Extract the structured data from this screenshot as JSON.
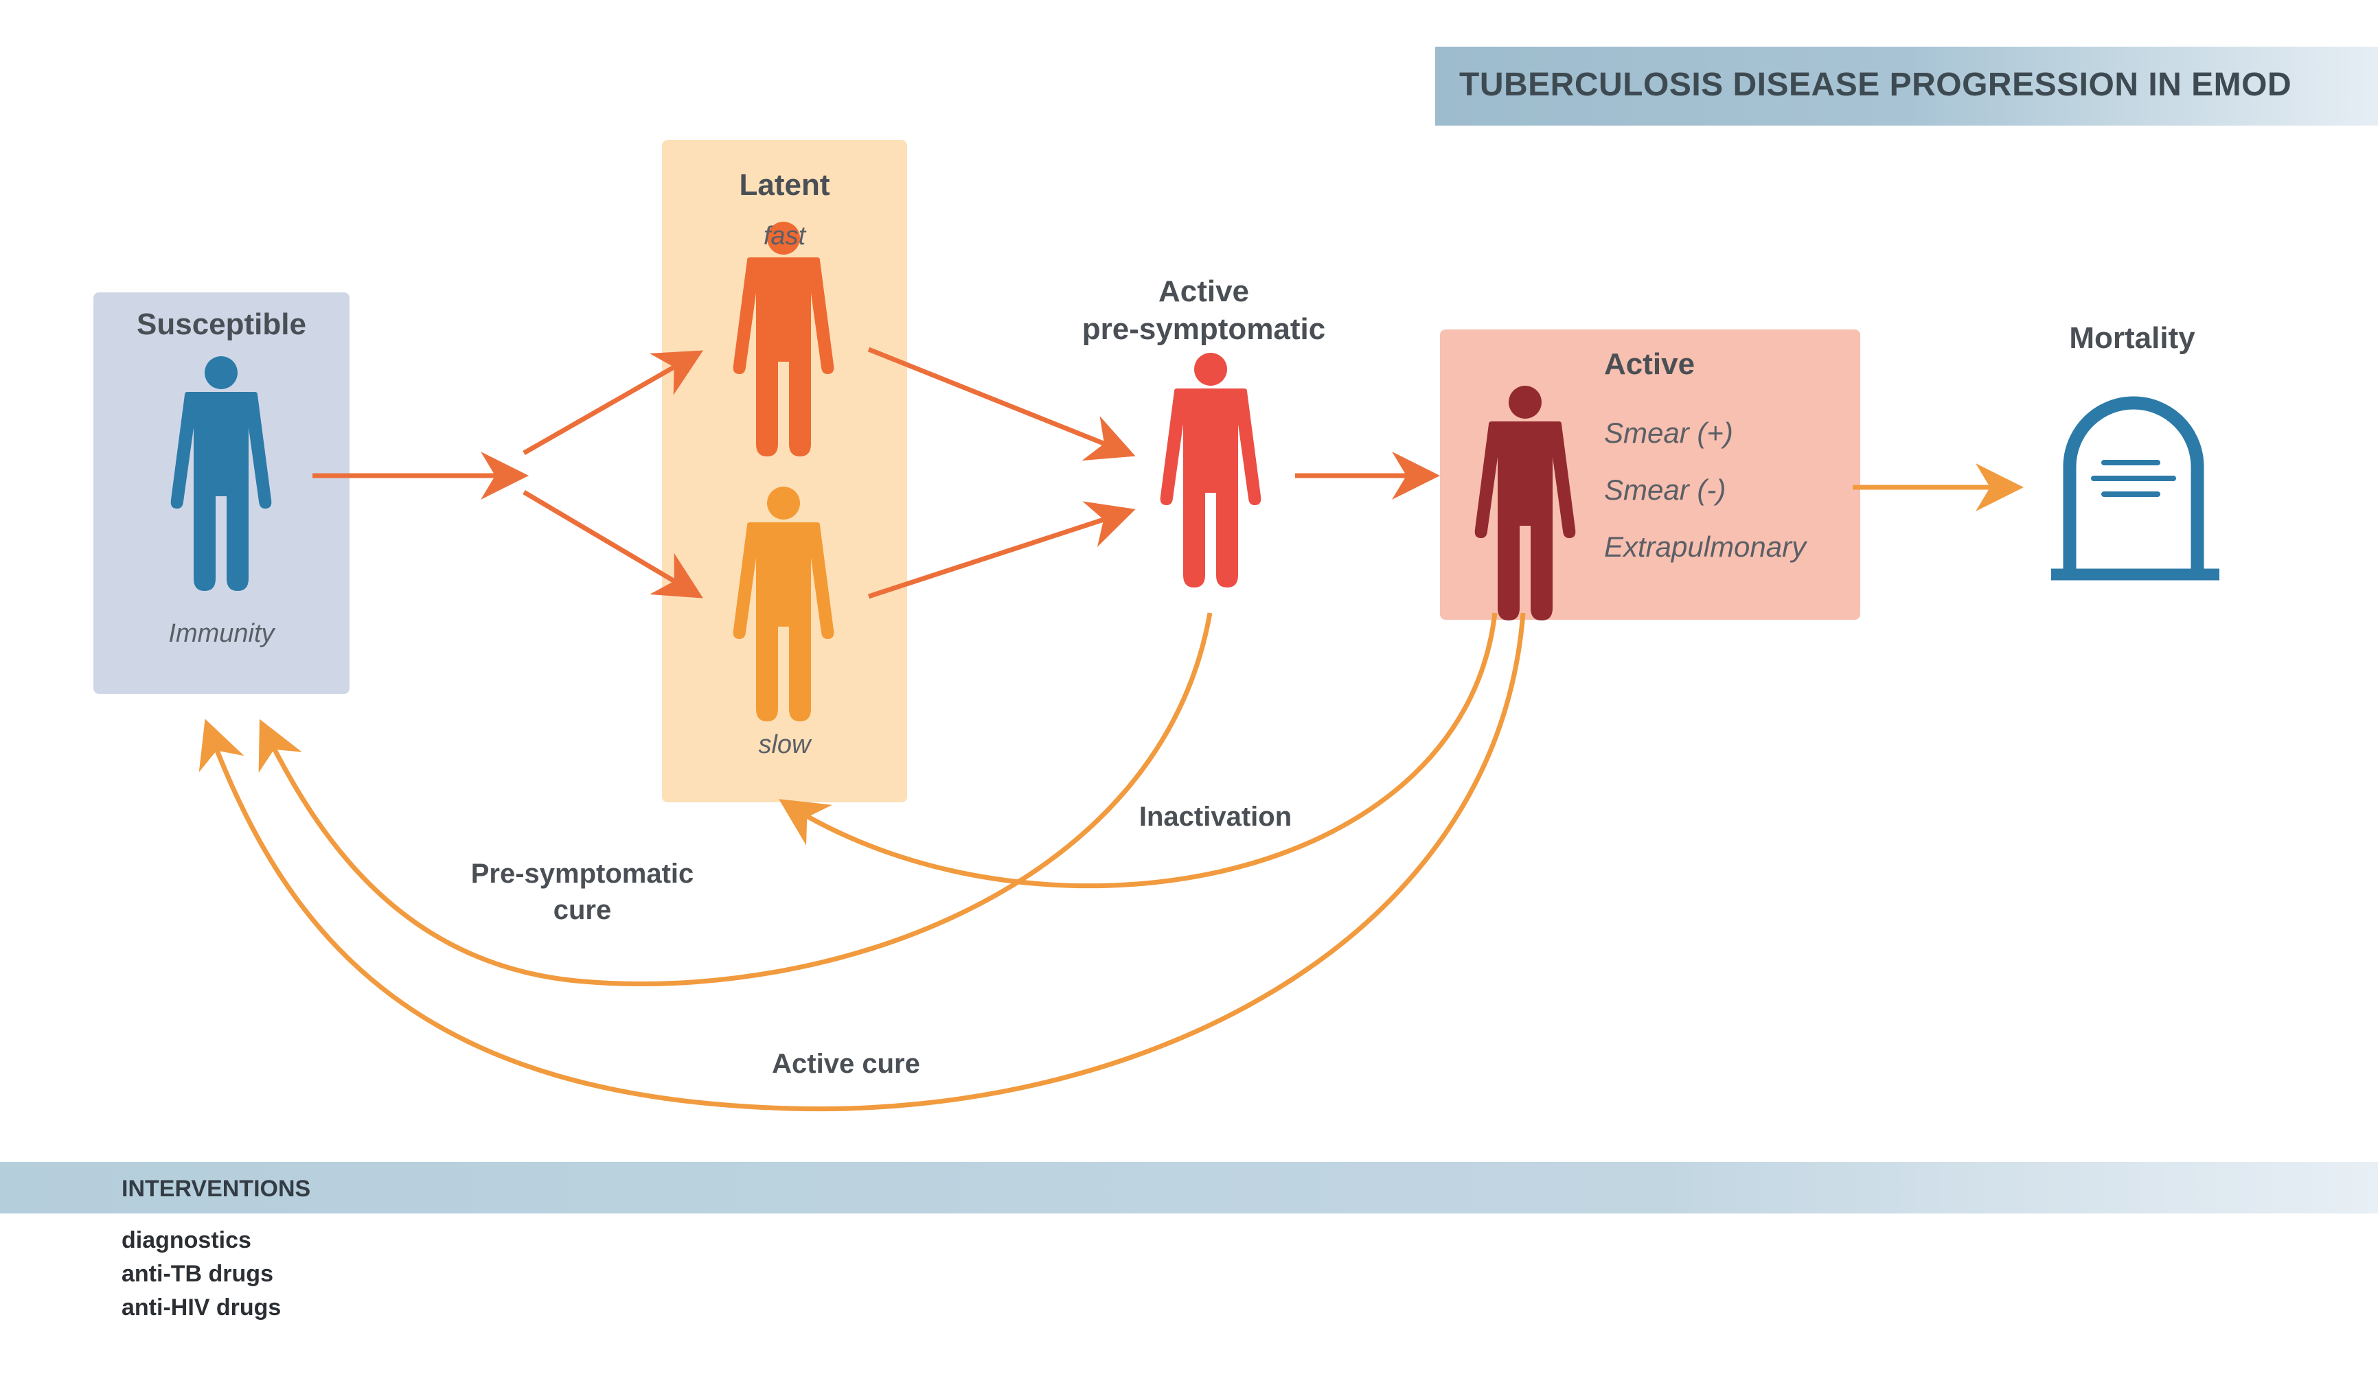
{
  "title": "TUBERCULOSIS DISEASE PROGRESSION IN EMOD",
  "colors": {
    "arrow": "#ec6f3a",
    "curve": "#f19a3e",
    "susceptible_box": "#cfd7e7",
    "latent_box": "#fde0b8",
    "active_box": "#f8c0b0",
    "susceptible_figure": "#2c7aa8",
    "latent_fast_figure": "#ee6a32",
    "latent_slow_figure": "#f49a35",
    "pre_symptomatic_figure": "#ec4e44",
    "active_figure": "#932a30",
    "tombstone": "#2c7aa8"
  },
  "states": {
    "susceptible": {
      "title": "Susceptible",
      "sub": "Immunity"
    },
    "latent": {
      "title": "Latent",
      "fast": "fast",
      "slow": "slow"
    },
    "pre_symptomatic": {
      "title_line1": "Active",
      "title_line2": "pre-symptomatic"
    },
    "active": {
      "title": "Active",
      "types": [
        "Smear (+)",
        "Smear (-)",
        "Extrapulmonary"
      ]
    },
    "mortality": {
      "title": "Mortality",
      "icon": "tombstone-icon"
    }
  },
  "transitions": {
    "inactivation": "Inactivation",
    "pre_symptomatic_cure_line1": "Pre-symptomatic",
    "pre_symptomatic_cure_line2": "cure",
    "active_cure": "Active cure"
  },
  "interventions": {
    "title": "INTERVENTIONS",
    "items": [
      "diagnostics",
      "anti-TB drugs",
      "anti-HIV drugs"
    ]
  }
}
